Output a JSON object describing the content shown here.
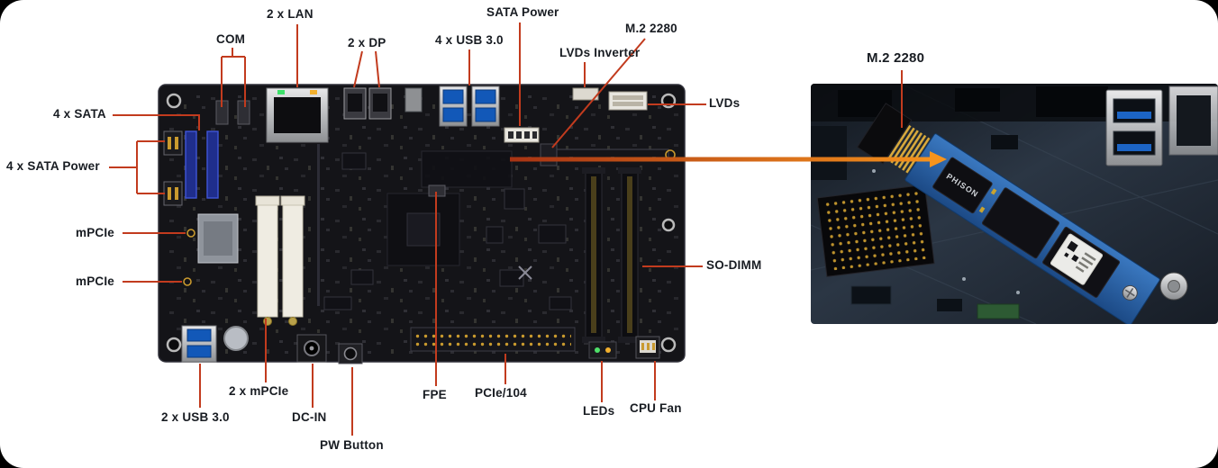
{
  "figure": {
    "description": "Annotated single-board computer connector diagram with M.2 2280 photo inset"
  },
  "colors": {
    "leader_line": "#c23b1e",
    "arrow_start": "#a83414",
    "arrow_end": "#f7941d",
    "label_text": "#181c22",
    "usb_blue": "#1258b8",
    "sata_blue": "#2136a8",
    "board": "#141418",
    "ssd_pcb_blue": "#2a66ad"
  },
  "labels": [
    {
      "id": "lan",
      "text": "2 x LAN"
    },
    {
      "id": "com",
      "text": "COM"
    },
    {
      "id": "dp",
      "text": "2 x DP"
    },
    {
      "id": "usb30-top",
      "text": "4 x USB 3.0"
    },
    {
      "id": "sata-power-top",
      "text": "SATA Power"
    },
    {
      "id": "m2-top",
      "text": "M.2 2280"
    },
    {
      "id": "lvds-inverter",
      "text": "LVDs Inverter"
    },
    {
      "id": "lvds",
      "text": "LVDs"
    },
    {
      "id": "sata4",
      "text": "4 x SATA"
    },
    {
      "id": "sata-power4",
      "text": "4 x SATA Power"
    },
    {
      "id": "mpcie-1",
      "text": "mPCIe"
    },
    {
      "id": "mpcie-2",
      "text": "mPCIe"
    },
    {
      "id": "sodimm",
      "text": "SO-DIMM"
    },
    {
      "id": "usb30-bottom",
      "text": "2 x USB 3.0"
    },
    {
      "id": "mpcie-bottom",
      "text": "2 x mPCIe"
    },
    {
      "id": "dcin",
      "text": "DC-IN"
    },
    {
      "id": "pw-button",
      "text": "PW Button"
    },
    {
      "id": "fpe",
      "text": "FPE"
    },
    {
      "id": "pcie104",
      "text": "PCIe/104"
    },
    {
      "id": "leds",
      "text": "LEDs"
    },
    {
      "id": "cpu-fan",
      "text": "CPU Fan"
    },
    {
      "id": "m2-photo",
      "text": "M.2 2280"
    }
  ],
  "photo": {
    "chip_label": "PHISON"
  }
}
